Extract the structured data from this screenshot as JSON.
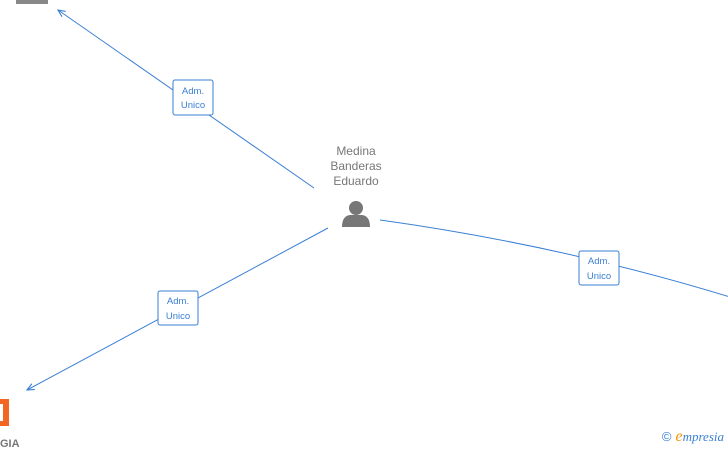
{
  "center_person": {
    "name_lines": [
      "Medina",
      "Banderas",
      "Eduardo"
    ],
    "icon": "person-icon"
  },
  "relations": [
    {
      "label_line1": "Adm.",
      "label_line2": "Unico"
    },
    {
      "label_line1": "Adm.",
      "label_line2": "Unico"
    },
    {
      "label_line1": "Adm.",
      "label_line2": "Unico"
    }
  ],
  "offscreen_nodes": {
    "bottom_left_company": {
      "partial_label": "GIA",
      "icon": "building-icon",
      "color": "#f26522"
    },
    "top_left_company": {
      "icon": "building-icon",
      "color": "#888888"
    }
  },
  "watermark": {
    "copyright": "©",
    "brand_first": "e",
    "brand_rest": "mpresia"
  },
  "colors": {
    "edge": "#3a7fd5",
    "person": "#777777",
    "company_highlight": "#f26522"
  }
}
